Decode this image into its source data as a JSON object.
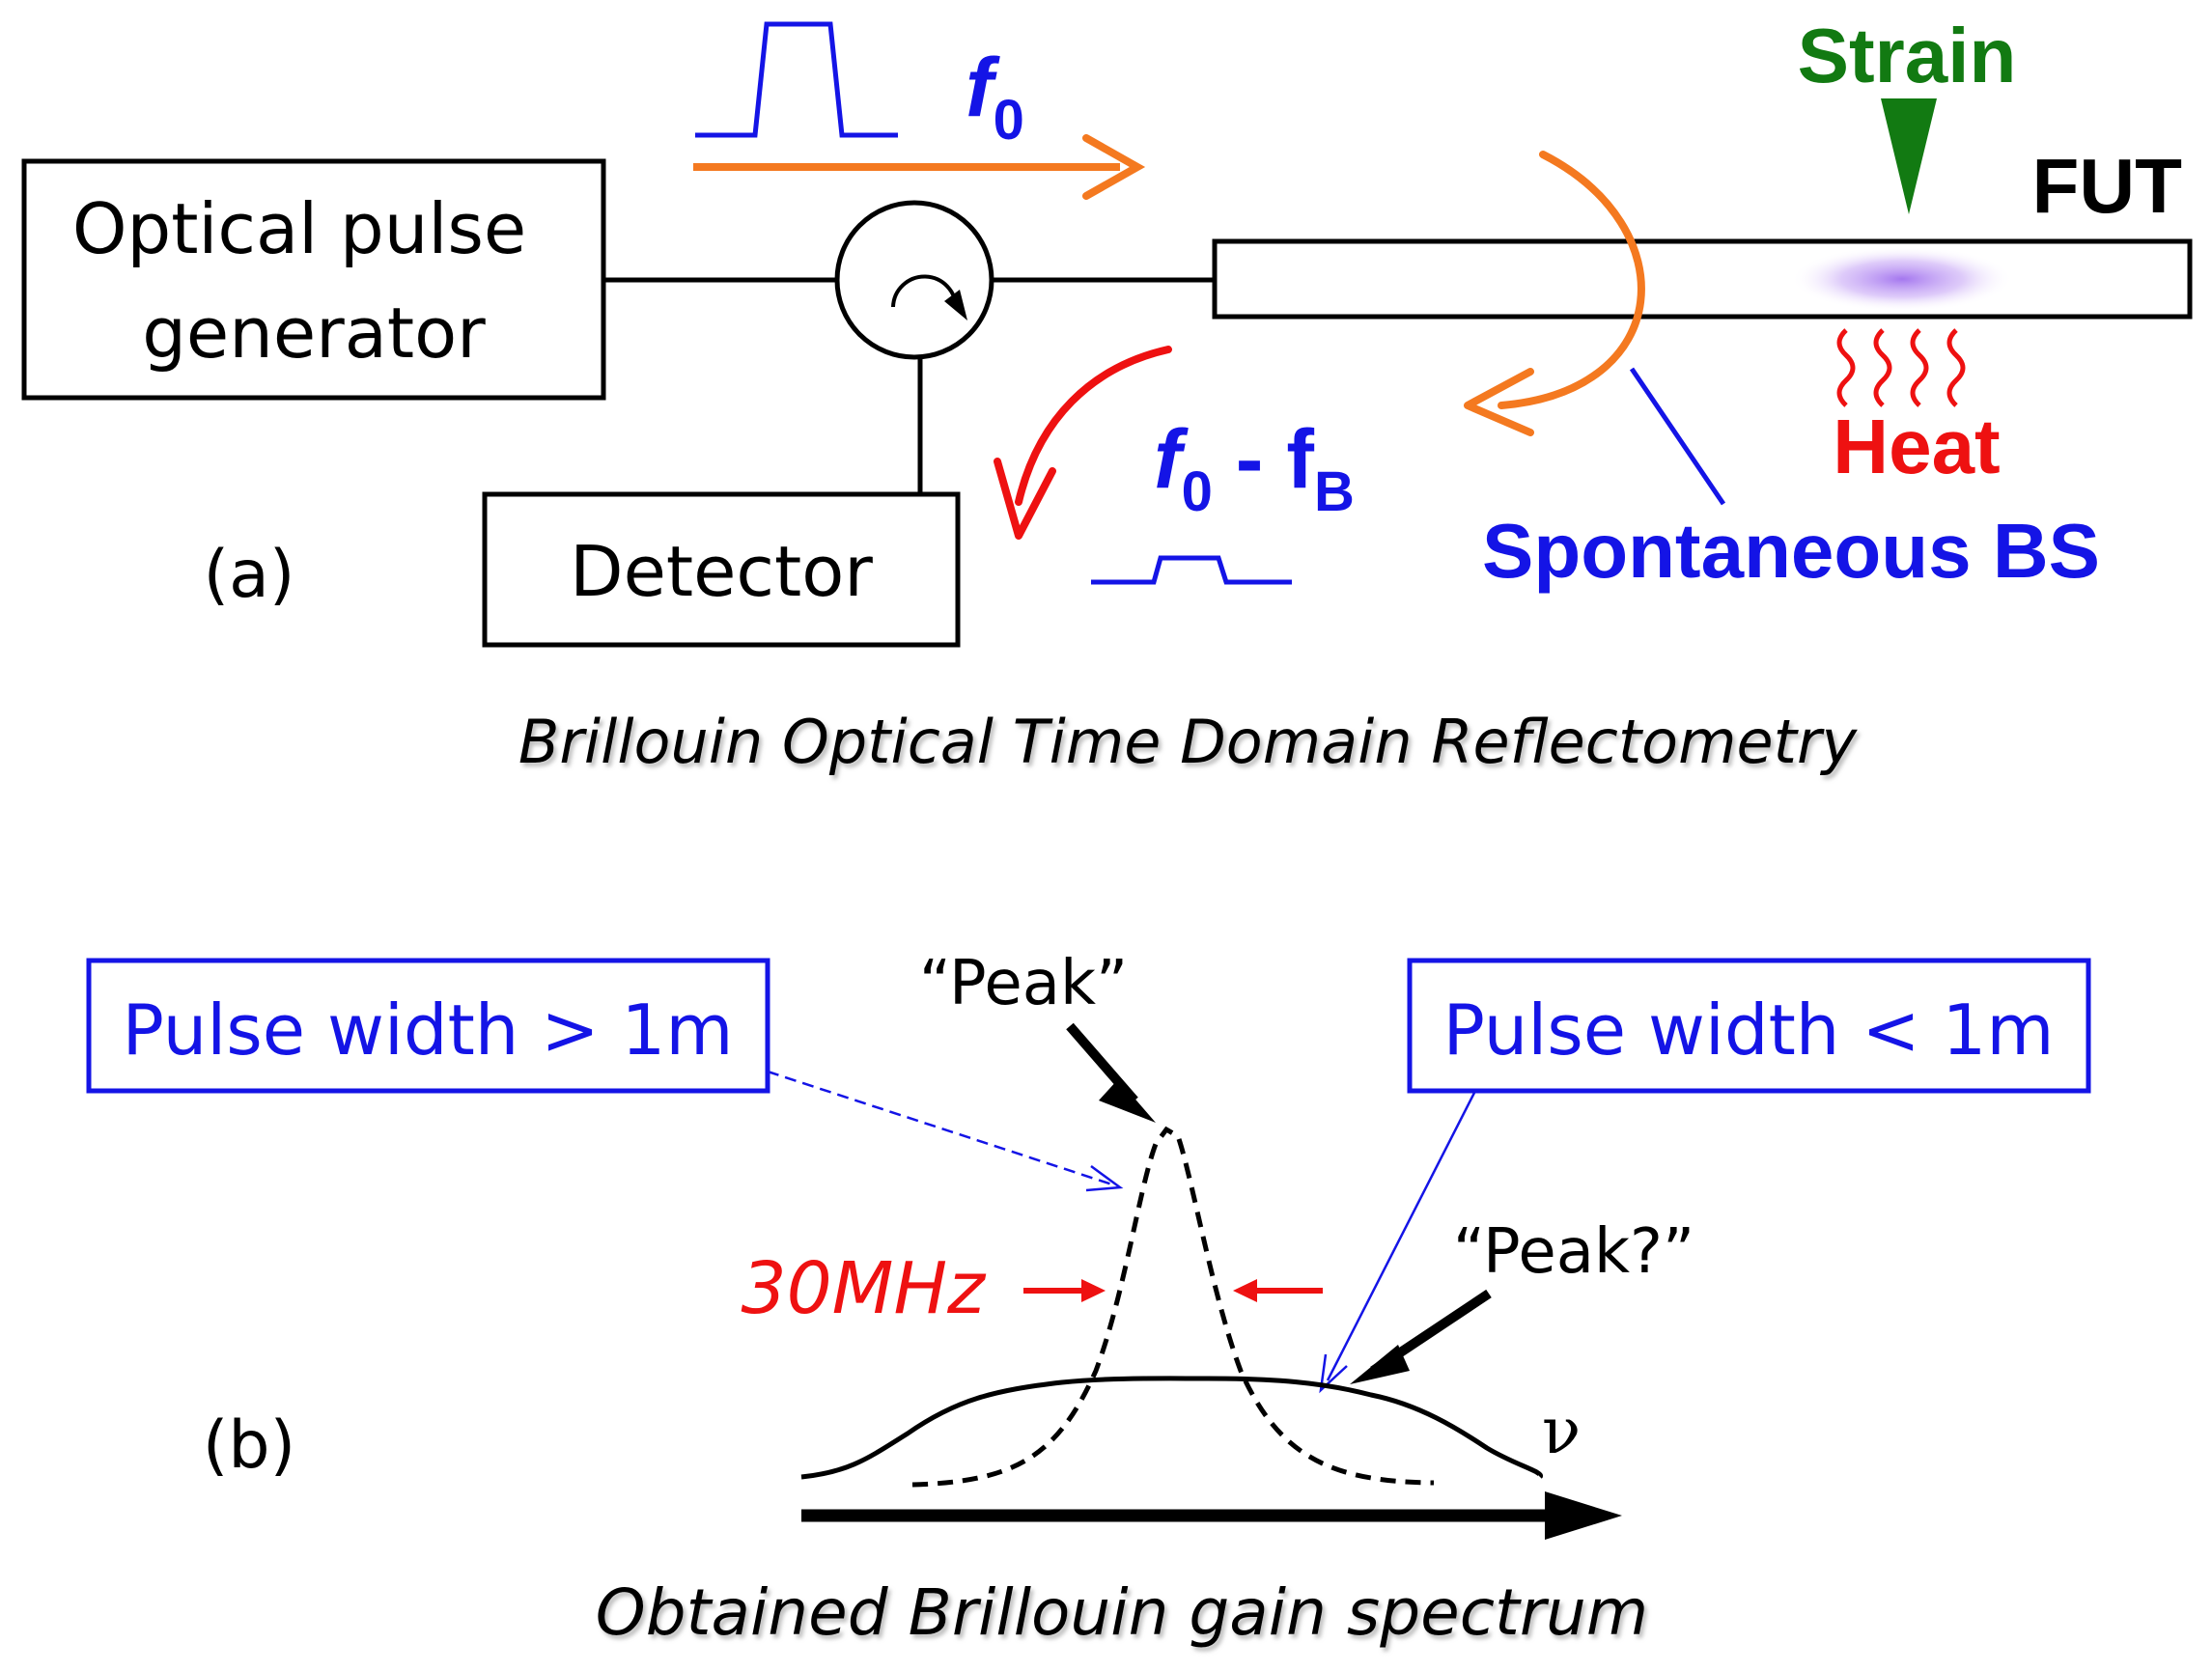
{
  "colors": {
    "black": "#000000",
    "blue": "#1414e6",
    "orange": "#f47920",
    "red": "#ee1111",
    "green": "#127a12",
    "violet": "#b48cf0"
  },
  "part_a": {
    "generator_line1": "Optical pulse",
    "generator_line2": "generator",
    "detector": "Detector",
    "label": "(a)",
    "freq_in_base": "f",
    "freq_in_sub": "0",
    "freq_back_base": "f",
    "freq_back_sub": "0",
    "freq_back_mid": " - f",
    "freq_back_sub2": "B",
    "fut": "FUT",
    "strain": "Strain",
    "heat": "Heat",
    "spontaneous": "Spontaneous BS",
    "caption": "Brillouin Optical Time Domain Reflectometry",
    "icons": [
      "circulator-icon",
      "pulse-icon",
      "arrow-icon",
      "wavy-heat-icon"
    ]
  },
  "part_b": {
    "label": "(b)",
    "box_left": "Pulse width > 1m",
    "box_right": "Pulse width < 1m",
    "peak": "“Peak”",
    "peak_q": "“Peak?”",
    "fwhm": "30MHz",
    "nu": "ν",
    "caption": "Obtained Brillouin gain spectrum"
  }
}
